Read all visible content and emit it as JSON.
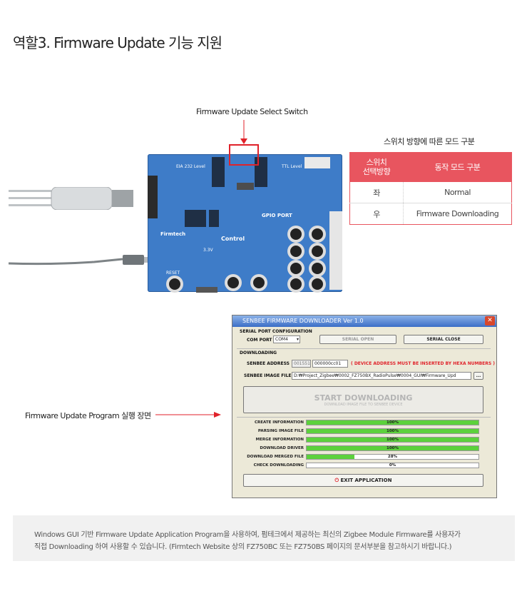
{
  "title": "역할3. Firmware Update 기능 지원",
  "switch_label": "Firmware Update Select Switch",
  "mode_table": {
    "caption": "스위치 방향에 따른 모드 구분",
    "headers": [
      "스위치\n선택방향",
      "동작 모드 구분"
    ],
    "rows": [
      {
        "dir": "좌",
        "mode": "Normal"
      },
      {
        "dir": "우",
        "mode": "Firmware Downloading"
      }
    ],
    "accent": "#e8555f"
  },
  "board": {
    "labels": {
      "eia": "EIA 232 Level",
      "ttl": "TTL Level",
      "gpio": "GPIO PORT",
      "control": "Control",
      "reset": "RESET",
      "v33": "3.3V",
      "brand": "Firmtech"
    }
  },
  "program_label": "Firmware Update Program 실행 장면",
  "window": {
    "title": "SENBEE FIRMWARE DOWNLOADER Ver 1.0",
    "serial_section": "SERIAL PORT CONFIGURATION",
    "com_port_label": "COM PORT",
    "com_port_value": "COM4",
    "serial_open": "SERIAL OPEN",
    "serial_close": "SERIAL CLOSE",
    "downloading_section": "DOWNLOADING",
    "address_label": "SENBEE ADDRESS",
    "address_prefix": "001551",
    "address_value": "000000cc01",
    "address_note": "( DEVICE ADDRESS MUST BE INSERTED BY HEXA NUMBERS )",
    "image_label": "SENBEE IMAGE FILE",
    "image_value": "D:₩Project_Zigbee₩0002_FZ750BX_RadioPulse₩0004_GUI₩Firmware_Upd",
    "browse": "...",
    "start_title": "START DOWNLOADING",
    "start_sub": "DOWNLOAD IMAGE FILE TO SENBEE DEVICE",
    "progress": [
      {
        "label": "CREATE INFORMATION",
        "pct": 100,
        "text": "100%"
      },
      {
        "label": "PARSING IMAGE FILE",
        "pct": 100,
        "text": "100%"
      },
      {
        "label": "MERGE INFORMATION",
        "pct": 100,
        "text": "100%"
      },
      {
        "label": "DOWNLOAD DRIVER",
        "pct": 100,
        "text": "100%"
      },
      {
        "label": "DOWNLOAD MERGED FILE",
        "pct": 28,
        "text": "28%"
      },
      {
        "label": "CHECK DOWNLOADING",
        "pct": 0,
        "text": "0%"
      }
    ],
    "exit": "EXIT APPLICATION",
    "bar_color": "#5cd13c"
  },
  "footer": {
    "line1": "Windows GUI 기반 Firmware Update Application Program을 사용하여, 펌테크에서 제공하는 최신의 Zigbee Module Firmware를 사용자가",
    "line2": "직접 Downloading 하여 사용할 수 있습니다. (Firmtech Website 상의 FZ750BC 또는 FZ750BS 페이지의 문서부분을 참고하시기 바랍니다.)"
  }
}
